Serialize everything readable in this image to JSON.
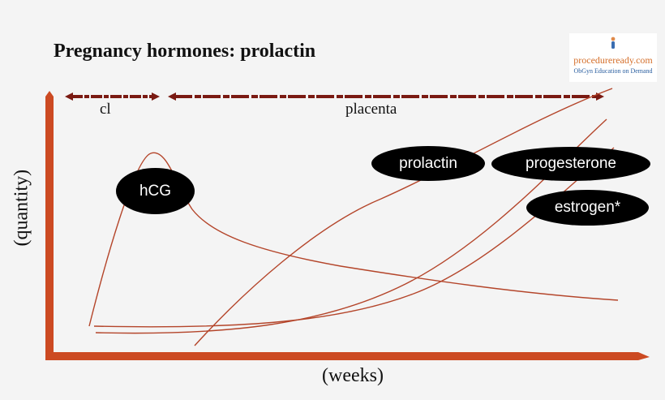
{
  "title": "Pregnancy hormones: prolactin",
  "logo": {
    "name": "procedureready.com",
    "tagline": "ObGyn Education on Demand"
  },
  "axes": {
    "y_label": "(quantity)",
    "x_label": "(weeks)"
  },
  "phases": {
    "corpus_luteum": "cl",
    "placenta": "placenta"
  },
  "hormones": {
    "hcg": "hCG",
    "prolactin": "prolactin",
    "progesterone": "progesterone",
    "estrogen": "estrogen*"
  },
  "colors": {
    "axis": "#cc4a22",
    "curve": "#b4452a",
    "arrow": "#7a1a12",
    "label_bg": "#000000",
    "label_text": "#ffffff",
    "background": "#f4f4f4"
  }
}
